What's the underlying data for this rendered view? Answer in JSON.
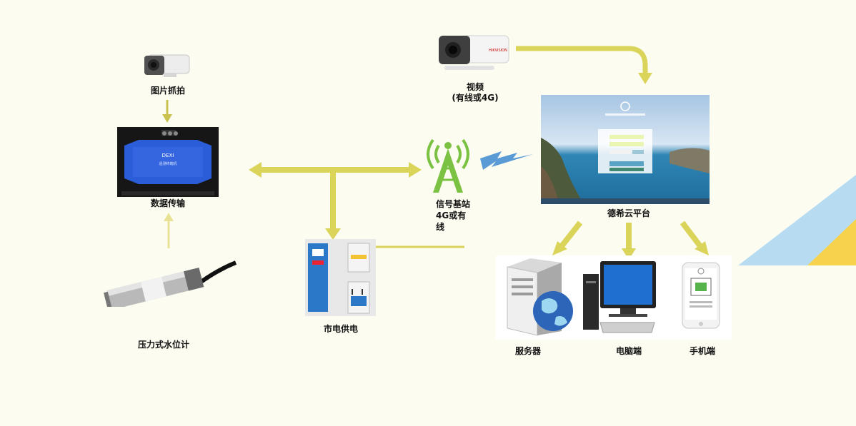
{
  "labels": {
    "photo": "图片抓拍",
    "video_line1": "视频",
    "video_line2": "(有线或4G)",
    "transfer": "数据传输",
    "base_line1": "信号基站",
    "base_line2": "4G或有",
    "base_line3": "线",
    "cloud": "德希云平台",
    "power": "市电供电",
    "sensor": "压力式水位计",
    "server": "服务器",
    "pc": "电脑端",
    "phone": "手机端"
  },
  "device": {
    "brand": "DEXI",
    "model_text": "遥测终端机"
  },
  "camera_brand": "HIKVISION",
  "colors": {
    "arrow": "#dbd45a",
    "arrow_thin": "#c9c24e",
    "background": "#fdfcf1",
    "tower": "#7cc242",
    "lightning": "#5b9bd5",
    "accent_blue": "#b7dcf2",
    "accent_yellow": "#f6d24d"
  }
}
